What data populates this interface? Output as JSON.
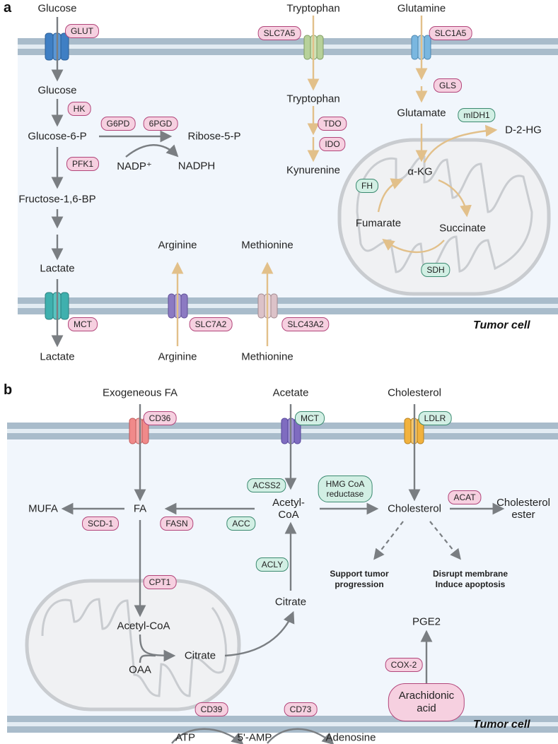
{
  "panels": {
    "a": "a",
    "b": "b"
  },
  "cell_label_a": "Tumor cell",
  "cell_label_b": "Tumor cell",
  "colors": {
    "gray_arrow": "#7a7e82",
    "tan_arrow": "#e2c08a",
    "pink_tag_fill": "#f6d0e0",
    "pink_tag_border": "#b2457a",
    "green_tag_fill": "#d2efe4",
    "green_tag_border": "#3b8a70",
    "membrane": "#a9bccb",
    "cell_interior": "#f1f6fc"
  },
  "panel_a": {
    "metabolites": {
      "glucose_out": "Glucose",
      "glucose_in": "Glucose",
      "glucose6p": "Glucose-6-P",
      "ribose5p": "Ribose-5-P",
      "nadp": "NADP⁺",
      "nadph": "NADPH",
      "fructose": "Fructose-1,6-BP",
      "lactate_in": "Lactate",
      "lactate_out": "Lactate",
      "tryptophan_out": "Tryptophan",
      "tryptophan_in": "Tryptophan",
      "kynurenine": "Kynurenine",
      "glutamine_out": "Glutamine",
      "glutamate": "Glutamate",
      "d2hg": "D-2-HG",
      "akg": "α-KG",
      "fumarate": "Fumarate",
      "succinate": "Succinate",
      "arginine_in": "Arginine",
      "arginine_out": "Arginine",
      "methionine_in": "Methionine",
      "methionine_out": "Methionine"
    },
    "enzymes": {
      "glut": "GLUT",
      "hk": "HK",
      "g6pd": "G6PD",
      "pgd6": "6PGD",
      "pfk1": "PFK1",
      "mct": "MCT",
      "slc7a5": "SLC7A5",
      "tdo": "TDO",
      "ido": "IDO",
      "slc1a5": "SLC1A5",
      "gls": "GLS",
      "midh1": "mIDH1",
      "fh": "FH",
      "sdh": "SDH",
      "slc7a2": "SLC7A2",
      "slc43a2": "SLC43A2"
    }
  },
  "panel_b": {
    "metabolites": {
      "exo_fa": "Exogeneous FA",
      "acetate": "Acetate",
      "cholesterol_out": "Cholesterol",
      "mufa": "MUFA",
      "fa": "FA",
      "acetylcoa_line1": "Acetyl-",
      "acetylcoa_line2": "CoA",
      "cholesterol_in": "Cholesterol",
      "chol_ester_line1": "Cholesterol",
      "chol_ester_line2": "ester",
      "support_line1": "Support tumor",
      "support_line2": "progression",
      "disrupt_line1": "Disrupt membrane",
      "disrupt_line2": "Induce apoptosis",
      "citrate_cyto": "Citrate",
      "acetylcoa_mito": "Acetyl-CoA",
      "citrate_mito": "Citrate",
      "oaa": "OAA",
      "pge2": "PGE2",
      "atp": "ATP",
      "amp": "5'-AMP",
      "adenosine": "Adenosine"
    },
    "enzymes": {
      "cd36": "CD36",
      "mct": "MCT",
      "ldlr": "LDLR",
      "acss2": "ACSS2",
      "hmg_line1": "HMG CoA",
      "hmg_line2": "reductase",
      "acat": "ACAT",
      "scd1": "SCD-1",
      "fasn": "FASN",
      "acc": "ACC",
      "acly": "ACLY",
      "cpt1": "CPT1",
      "cox2": "COX-2",
      "arach_line1": "Arachidonic",
      "arach_line2": "acid",
      "cd39": "CD39",
      "cd73": "CD73"
    }
  }
}
